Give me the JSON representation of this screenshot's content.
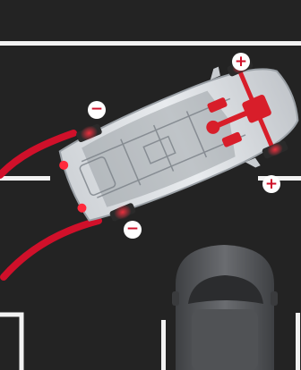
{
  "diagram": {
    "background_color": "#232323",
    "line_color": "#f2f2f2",
    "trail_color": "#d0102a",
    "drivetrain_color": "#d81e2a",
    "car_body_color": "#b9bec4",
    "parked_car_color": "#5a5c5f"
  },
  "badges": [
    {
      "id": "rear-left",
      "sign": "−",
      "meaning": "brake"
    },
    {
      "id": "rear-right",
      "sign": "−",
      "meaning": "brake"
    },
    {
      "id": "front-left",
      "sign": "+",
      "meaning": "drive"
    },
    {
      "id": "front-right",
      "sign": "+",
      "meaning": "drive"
    }
  ]
}
